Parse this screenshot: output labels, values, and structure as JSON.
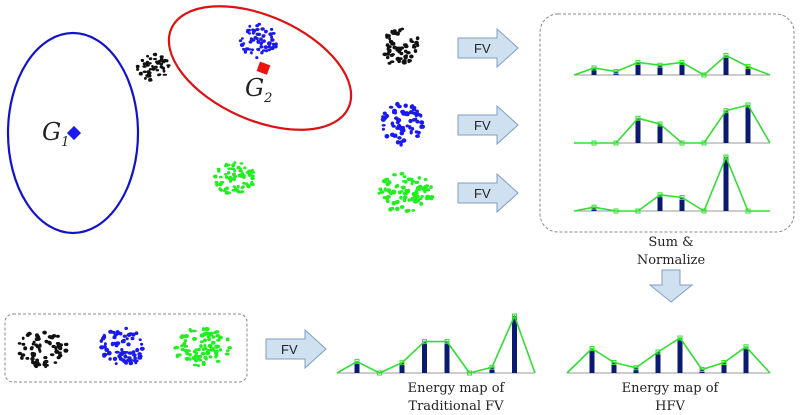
{
  "labels": {
    "g1_main": "G",
    "g1_sub": "1",
    "g2_main": "G",
    "g2_sub": "2",
    "fv": "FV",
    "sum_line1": "Sum &",
    "sum_line2": "Normalize",
    "traditional_line1": "Energy map of",
    "traditional_line2": "Traditional FV",
    "hfv_line1": "Energy map of",
    "hfv_line2": "HFV"
  },
  "colors": {
    "cluster_black": "#111111",
    "cluster_blue": "#1a1aee",
    "cluster_green": "#22ee22",
    "ellipse_g1": "#1212cc",
    "ellipse_g2": "#dd1111",
    "marker_g1": "#1a1aee",
    "marker_g2": "#ee1111",
    "bar": "#0a1a70",
    "curve": "#33dd33",
    "arrow_fill": "#cfe0f0",
    "arrow_stroke": "#7f9fc2"
  },
  "chart_data": [
    {
      "type": "bar",
      "values": [
        0.25,
        0.12,
        0.45,
        0.35,
        0.45,
        0.0,
        0.7,
        0.3
      ]
    },
    {
      "type": "bar",
      "values": [
        0.0,
        0.0,
        0.65,
        0.5,
        0.0,
        0.0,
        0.85,
        1.0
      ]
    },
    {
      "type": "bar",
      "values": [
        0.07,
        0.0,
        0.0,
        0.3,
        0.25,
        0.0,
        1.0,
        0.0
      ]
    },
    {
      "type": "bar",
      "values": [
        0.2,
        0.0,
        0.18,
        0.55,
        0.55,
        0.0,
        0.1,
        1.0
      ]
    },
    {
      "type": "bar",
      "values": [
        0.7,
        0.3,
        0.15,
        0.6,
        1.0,
        0.1,
        0.3,
        0.75
      ]
    }
  ]
}
